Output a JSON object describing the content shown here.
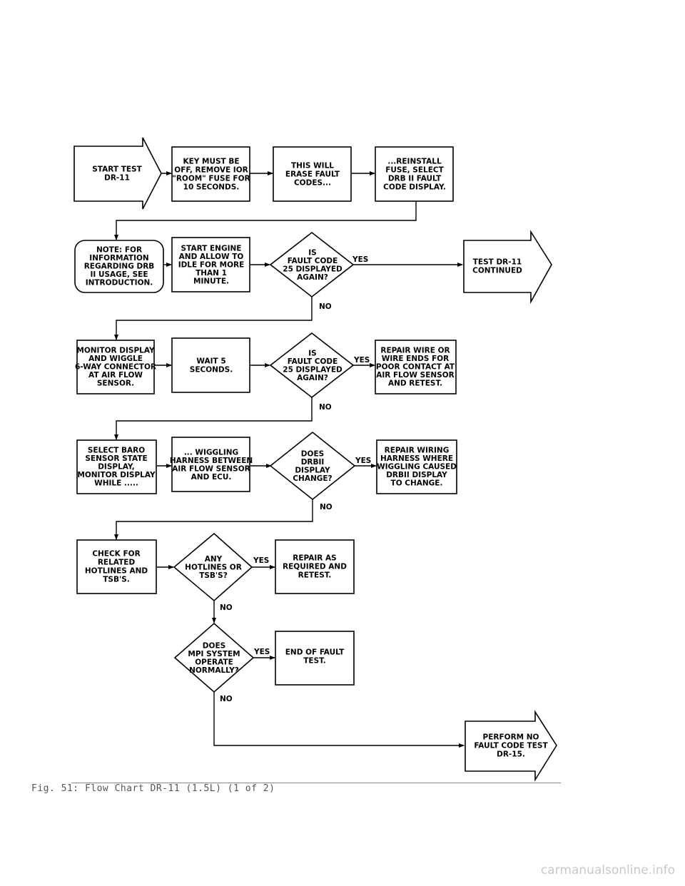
{
  "nodes": {
    "start": [
      "START TEST",
      "DR-11"
    ],
    "key_off": [
      "KEY MUST BE",
      "OFF, REMOVE IOR",
      "\"ROOM\" FUSE FOR",
      "10 SECONDS."
    ],
    "erase": [
      "THIS WILL",
      "ERASE FAULT",
      "CODES..."
    ],
    "reinstall": [
      "...REINSTALL",
      "FUSE, SELECT",
      "DRB II FAULT",
      "CODE DISPLAY."
    ],
    "note": [
      "NOTE: FOR",
      "INFORMATION",
      "REGARDING DRB",
      "II USAGE, SEE",
      "INTRODUCTION."
    ],
    "start_engine": [
      "START ENGINE",
      "AND ALLOW TO",
      "IDLE FOR MORE",
      "THAN 1",
      "MINUTE."
    ],
    "dec1": [
      "IS",
      "FAULT CODE",
      "25 DISPLAYED",
      "AGAIN?"
    ],
    "continued": [
      "TEST DR-11",
      "CONTINUED"
    ],
    "monitor": [
      "MONITOR DISPLAY",
      "AND WIGGLE",
      "6-WAY CONNECTOR",
      "AT AIR FLOW",
      "SENSOR."
    ],
    "wait": [
      "WAIT 5",
      "SECONDS."
    ],
    "dec2": [
      "IS",
      "FAULT CODE",
      "25 DISPLAYED",
      "AGAIN?"
    ],
    "repair_wire": [
      "REPAIR WIRE OR",
      "WIRE ENDS FOR",
      "POOR CONTACT AT",
      "AIR FLOW SENSOR",
      "AND RETEST."
    ],
    "select_baro": [
      "SELECT BARO",
      "SENSOR STATE",
      "DISPLAY,",
      "MONITOR DISPLAY",
      "WHILE ....."
    ],
    "wiggling": [
      "... WIGGLING",
      "HARNESS BETWEEN",
      "AIR FLOW SENSOR",
      "AND ECU."
    ],
    "dec3": [
      "DOES",
      "DRBII",
      "DISPLAY",
      "CHANGE?"
    ],
    "repair_wiring": [
      "REPAIR WIRING",
      "HARNESS WHERE",
      "WIGGLING CAUSED",
      "DRBII DISPLAY",
      "TO CHANGE."
    ],
    "check_tsb": [
      "CHECK FOR",
      "RELATED",
      "HOTLINES AND",
      "TSB'S."
    ],
    "dec4": [
      "ANY",
      "HOTLINES OR",
      "TSB'S?"
    ],
    "repair_req": [
      "REPAIR AS",
      "REQUIRED AND",
      "RETEST."
    ],
    "dec5": [
      "DOES",
      "MPI SYSTEM",
      "OPERATE",
      "NORMALLY?"
    ],
    "end_test": [
      "END OF FAULT",
      "TEST."
    ],
    "perform": [
      "PERFORM NO",
      "FAULT CODE TEST",
      "DR-15."
    ]
  },
  "labels": {
    "yes": "YES",
    "no": "NO"
  },
  "caption": "Fig. 51:  Flow Chart DR-11 (1.5L) (1 of 2)",
  "watermark": "carmanualsonline.info",
  "colors": {
    "ink": "#000000",
    "caption": "#555555",
    "watermark": "#c8c8c8"
  }
}
